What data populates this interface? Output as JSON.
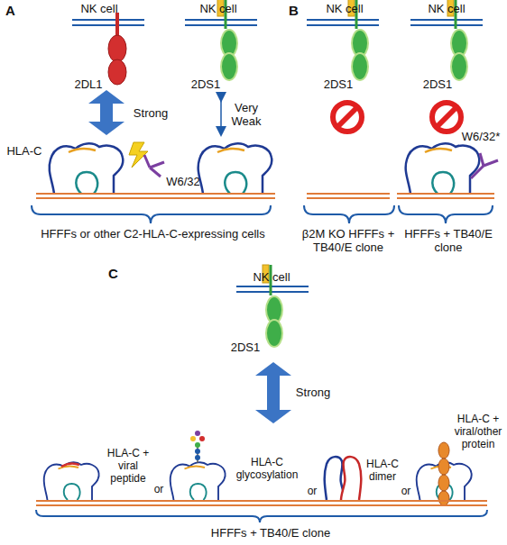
{
  "diagram": {
    "labels": [
      "A",
      "NK cell",
      "NK cell",
      "2DL1",
      "2DS1",
      "Strong",
      "Very Weak",
      "HLA-C",
      "W6/32",
      "HFFFs or other C2-HLA-C-expressing cells",
      "B",
      "NK cell",
      "NK cell",
      "2DS1",
      "2DS1",
      "β2M KO HFFFs + TB40/E clone",
      "HFFFs + TB40/E clone",
      "W6/32*",
      "C",
      "NK cell",
      "2DS1",
      "Strong",
      "HLA-C + viral peptide",
      "or",
      "HLA-C glycosylation",
      "or",
      "HLA-C dimer",
      "or",
      "HLA-C + viral/other protein",
      "HFFFs + TB40/E clone"
    ]
  }
}
